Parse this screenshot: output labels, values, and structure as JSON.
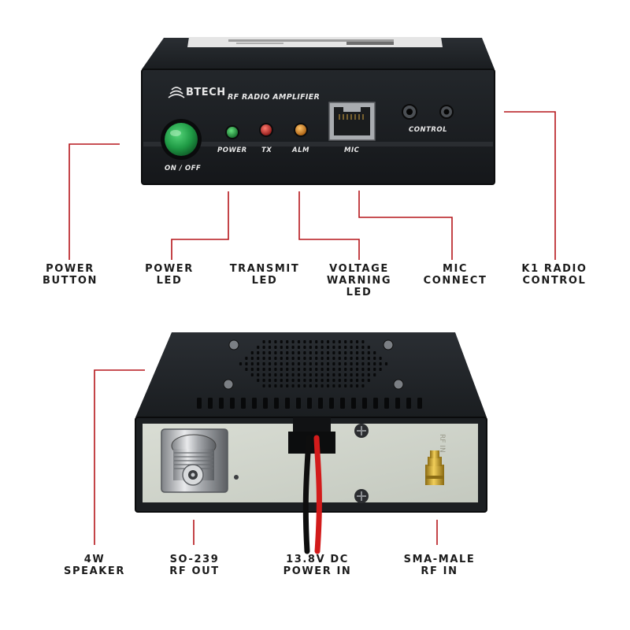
{
  "device": {
    "brand": "BTECH",
    "model_label": "RF RADIO AMPLIFIER",
    "power_button_label": "ON / OFF",
    "led_power_label": "POWER",
    "led_tx_label": "TX",
    "led_alm_label": "ALM",
    "mic_label": "MIC",
    "control_label": "CONTROL",
    "rear_rf_in_label": "RF IN",
    "led_colors": {
      "power": "#1f9b3a",
      "tx": "#c0282a",
      "alm": "#d9821a"
    },
    "button_color": "#1f9a45"
  },
  "callouts_top": [
    {
      "lines": [
        "POWER",
        "BUTTON"
      ]
    },
    {
      "lines": [
        "POWER",
        "LED"
      ]
    },
    {
      "lines": [
        "TRANSMIT",
        "LED"
      ]
    },
    {
      "lines": [
        "VOLTAGE",
        "WARNING",
        "LED"
      ]
    },
    {
      "lines": [
        "MIC",
        "CONNECT"
      ]
    },
    {
      "lines": [
        "K1 RADIO",
        "CONTROL"
      ]
    }
  ],
  "callouts_bottom": [
    {
      "lines": [
        "4W",
        "SPEAKER"
      ]
    },
    {
      "lines": [
        "SO-239",
        "RF OUT"
      ]
    },
    {
      "lines": [
        "13.8V DC",
        "POWER IN"
      ]
    },
    {
      "lines": [
        "SMA-MALE",
        "RF IN"
      ]
    }
  ],
  "leader_color": "#b5161b"
}
